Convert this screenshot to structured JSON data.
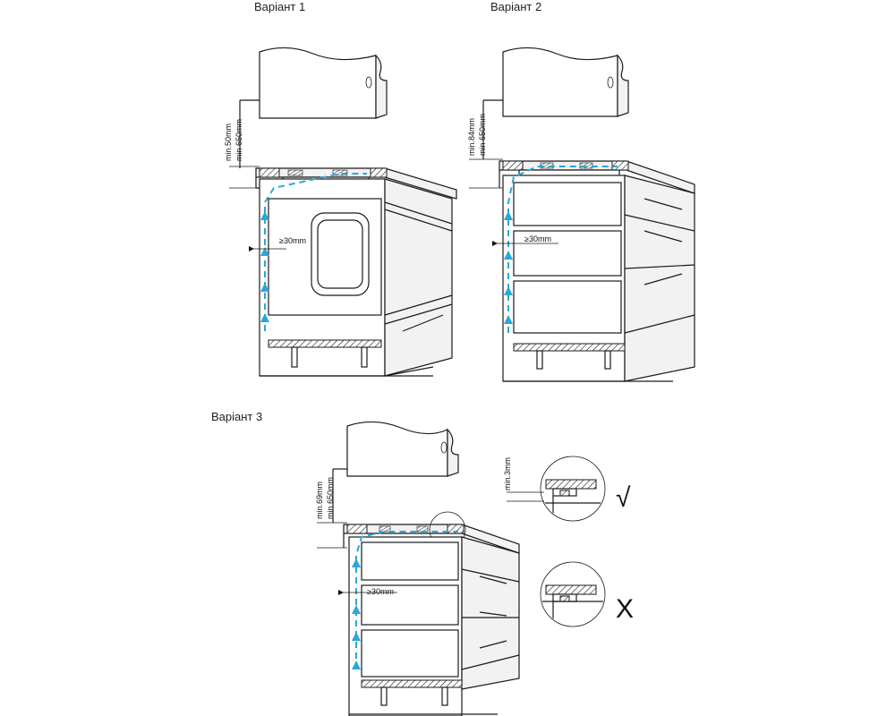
{
  "variants": {
    "v1": {
      "title": "Варіант 1",
      "dim_top_a": "min.50mm",
      "dim_top_b": "min 650mm",
      "dim_side": "≥30mm"
    },
    "v2": {
      "title": "Варіант 2",
      "dim_top_a": "min.84mm",
      "dim_top_b": "min 650mm",
      "dim_side": "≥30mm"
    },
    "v3": {
      "title": "Варіант 3",
      "dim_top_a": "min.69mm",
      "dim_top_b": "min 650mm",
      "dim_side": "≥30mm",
      "detail_dim": "min.3mm",
      "correct_mark": "√",
      "wrong_mark": "X"
    }
  },
  "colors": {
    "airflow": "#2aa7d8",
    "line": "#1a1a1a"
  },
  "icons": [
    "airflow-arrow-icon",
    "check-mark-icon",
    "cross-mark-icon"
  ]
}
